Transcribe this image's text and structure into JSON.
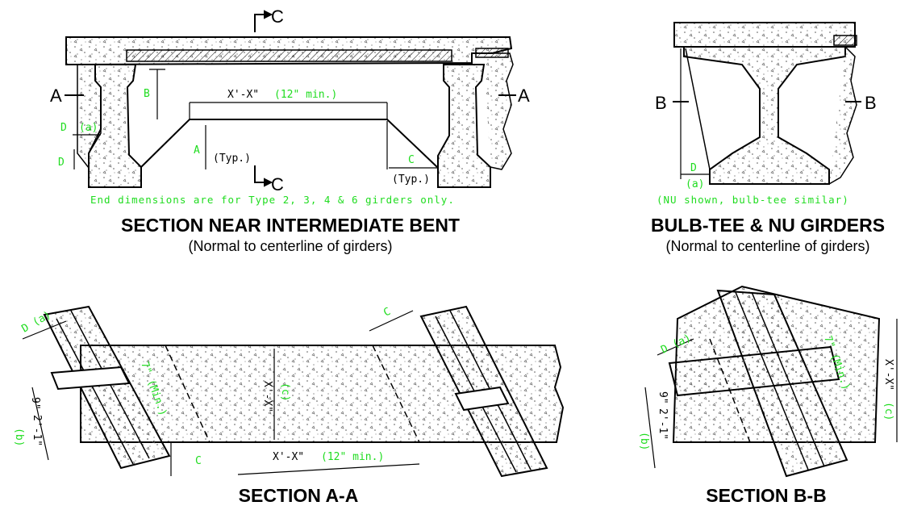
{
  "panels": {
    "intermediate_bent": {
      "title": "SECTION NEAR INTERMEDIATE BENT",
      "subtitle": "(Normal to centerline of girders)",
      "note": "End dimensions are for Type 2, 3, 4 & 6 girders only.",
      "labels": {
        "section_c_top": "C",
        "section_c_bottom": "C",
        "section_a_left": "A",
        "section_a_right": "A",
        "dim_d_a": "D",
        "dim_d_a_suffix": "(a)",
        "dim_d": "D",
        "dim_b": "B",
        "dim_xx": "X'-X\"",
        "dim_xx_min": "(12\" min.)",
        "dim_a": "A",
        "dim_a_typ": "(Typ.)",
        "dim_c": "C",
        "dim_c_typ": "(Typ.)"
      }
    },
    "bulb_tee": {
      "title": "BULB-TEE & NU GIRDERS",
      "subtitle": "(Normal to centerline of girders)",
      "note": "(NU shown, bulb-tee similar)",
      "labels": {
        "section_b_left": "B",
        "section_b_right": "B",
        "dim_d": "D",
        "dim_d_a": "(a)"
      }
    },
    "section_aa": {
      "title": "SECTION A-A",
      "labels": {
        "dim_d_a": "D (a)",
        "dim_9": "9\"",
        "dim_21": "2'-1\"",
        "dim_b_note": "(b)",
        "dim_7min": "7\" (Min.)",
        "dim_xx": "X'-X\"",
        "dim_xx_c": "(c)",
        "dim_c_left": "C",
        "dim_c_top": "C",
        "dim_xx_bottom": "X'-X\"",
        "dim_xx_bottom_min": "(12\" min.)"
      }
    },
    "section_bb": {
      "title": "SECTION B-B",
      "labels": {
        "dim_d_a": "D (a)",
        "dim_9": "9\"",
        "dim_21": "2'-1\"",
        "dim_b_note": "(b)",
        "dim_7min": "7\" (Min.)",
        "dim_xx": "X'-X\"",
        "dim_xx_c": "(c)"
      }
    }
  },
  "colors": {
    "line": "#000000",
    "annotation_green": "#1fdc1f",
    "concrete_fill": "#ffffff"
  }
}
